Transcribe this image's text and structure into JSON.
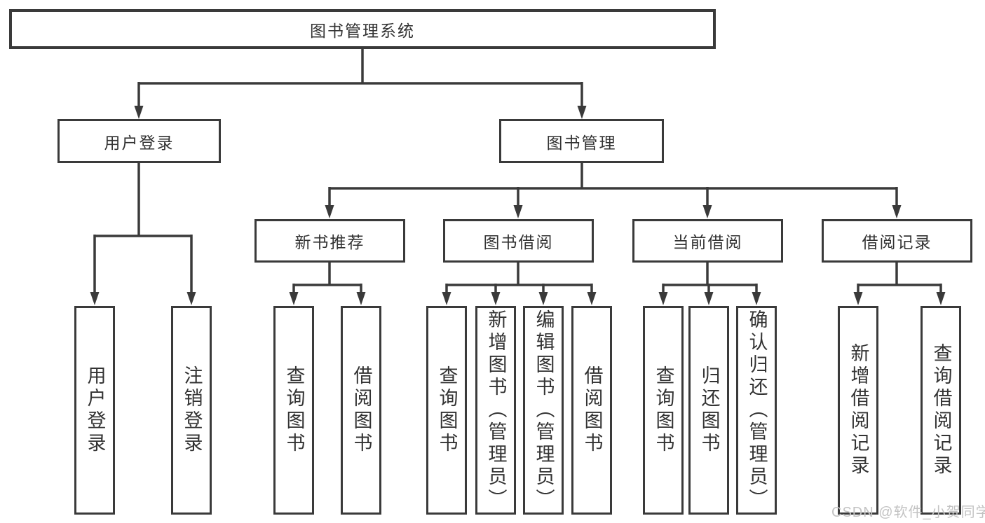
{
  "colors": {
    "line": "#3a3a3a",
    "text": "#333333",
    "box_background": "#ffffff",
    "page_background": "#ffffff",
    "watermark": "#c3c3c3"
  },
  "watermark": {
    "text": "CSDN @软件_小贺同学"
  },
  "tree": {
    "root": {
      "label": "图书管理系统",
      "children": [
        {
          "label": "用户登录",
          "children": [
            {
              "label": "用户登录"
            },
            {
              "label": "注销登录"
            }
          ]
        },
        {
          "label": "图书管理",
          "children": [
            {
              "label": "新书推荐",
              "children": [
                {
                  "label": "查询图书"
                },
                {
                  "label": "借阅图书"
                }
              ]
            },
            {
              "label": "图书借阅",
              "children": [
                {
                  "label": "查询图书"
                },
                {
                  "label": "新增图书（管理员）"
                },
                {
                  "label": "编辑图书（管理员）"
                },
                {
                  "label": "借阅图书"
                }
              ]
            },
            {
              "label": "当前借阅",
              "children": [
                {
                  "label": "查询图书"
                },
                {
                  "label": "归还图书"
                },
                {
                  "label": "确认归还（管理员）"
                }
              ]
            },
            {
              "label": "借阅记录",
              "children": [
                {
                  "label": "新增借阅记录"
                },
                {
                  "label": "查询借阅记录"
                }
              ]
            }
          ]
        }
      ]
    }
  }
}
